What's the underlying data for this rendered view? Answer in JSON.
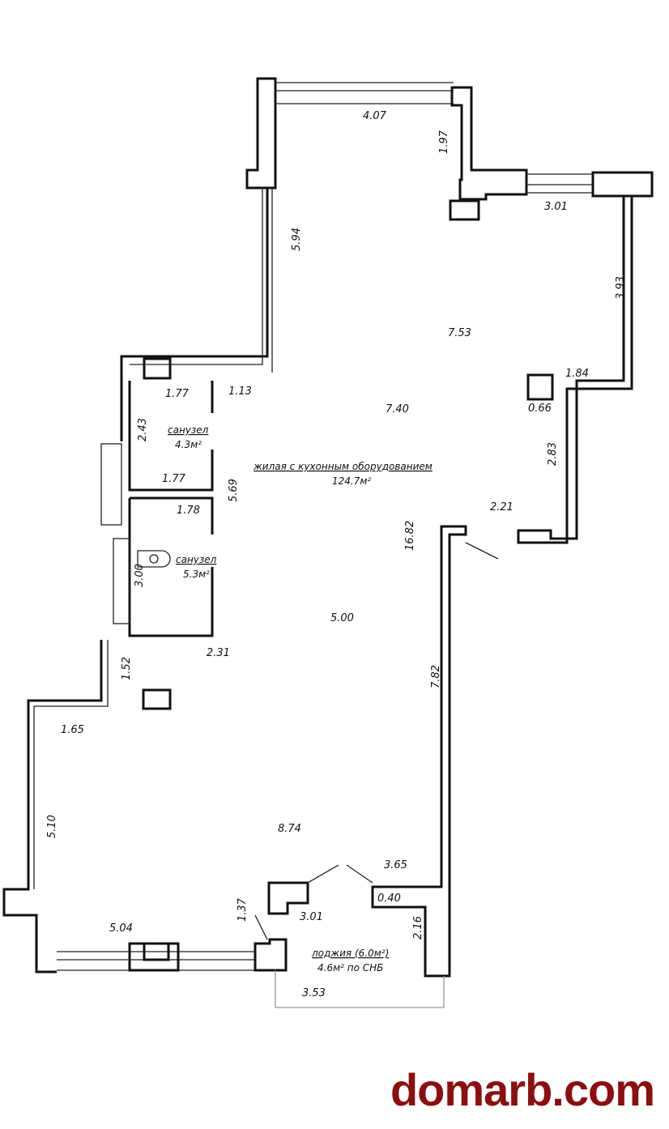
{
  "plan": {
    "main_room": {
      "name": "жилая с кухонным оборудованием",
      "area": "124.7м²"
    },
    "bathroom_1": {
      "name": "санузел",
      "area": "4.3м²"
    },
    "bathroom_2": {
      "name": "санузел",
      "area": "5.3м²"
    },
    "loggia": {
      "name": "лоджия (6.0м²)",
      "area": "4.6м² по СНБ"
    },
    "dimensions": [
      "4.07",
      "1.97",
      "3.01",
      "5.94",
      "3.93",
      "7.53",
      "1.84",
      "0.66",
      "1.77",
      "1.13",
      "7.40",
      "2.43",
      "1.77",
      "5.69",
      "1.78",
      "2.83",
      "2.21",
      "16.82",
      "3.00",
      "5.00",
      "2.31",
      "1.52",
      "7.82",
      "1.65",
      "5.10",
      "8.74",
      "3.65",
      "0.40",
      "1.37",
      "3.01",
      "5.04",
      "2.16",
      "3.53"
    ]
  },
  "watermark": "domarb.com",
  "colors": {
    "watermark": "#8b0f0f",
    "walls": "#111111"
  }
}
